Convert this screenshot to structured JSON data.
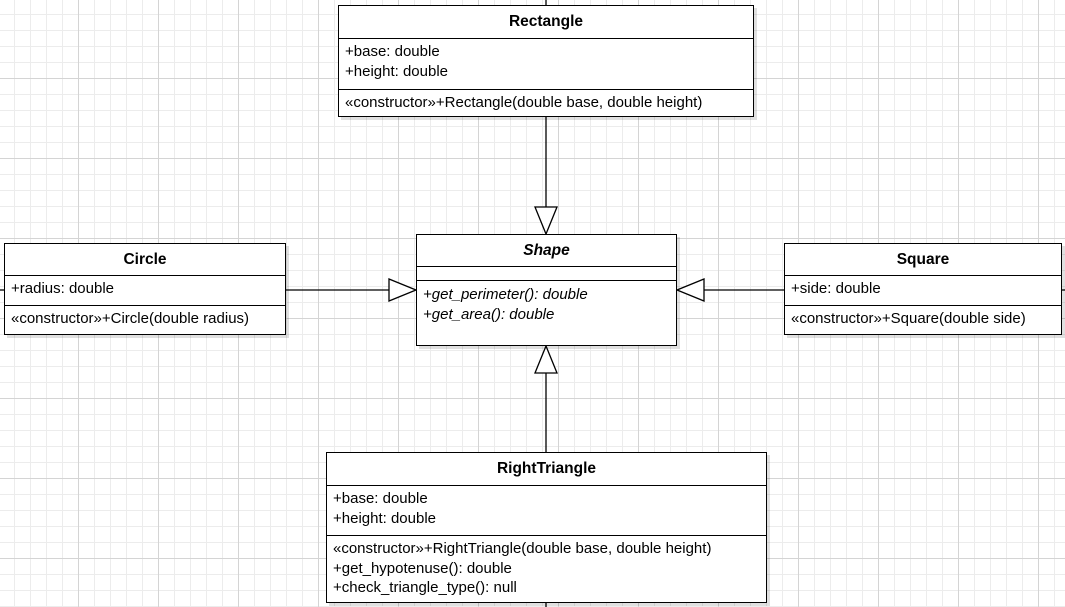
{
  "diagram": {
    "classes": {
      "rectangle": {
        "name": "Rectangle",
        "attributes": [
          "+base: double",
          "+height: double"
        ],
        "methods": [
          "«constructor»+Rectangle(double base, double height)"
        ]
      },
      "shape": {
        "name": "Shape",
        "abstract": true,
        "attributes": [],
        "methods": [
          "+get_perimeter(): double",
          "+get_area(): double"
        ]
      },
      "circle": {
        "name": "Circle",
        "attributes": [
          "+radius: double"
        ],
        "methods": [
          "«constructor»+Circle(double radius)"
        ]
      },
      "square": {
        "name": "Square",
        "attributes": [
          "+side: double"
        ],
        "methods": [
          "«constructor»+Square(double side)"
        ]
      },
      "right_triangle": {
        "name": "RightTriangle",
        "attributes": [
          "+base: double",
          "+height: double"
        ],
        "methods": [
          "«constructor»+RightTriangle(double base, double height)",
          "+get_hypotenuse(): double",
          "+check_triangle_type(): null"
        ]
      }
    },
    "relationships": [
      {
        "type": "generalization",
        "from": "Rectangle",
        "to": "Shape"
      },
      {
        "type": "generalization",
        "from": "Circle",
        "to": "Shape"
      },
      {
        "type": "generalization",
        "from": "Square",
        "to": "Shape"
      },
      {
        "type": "generalization",
        "from": "RightTriangle",
        "to": "Shape"
      }
    ]
  }
}
